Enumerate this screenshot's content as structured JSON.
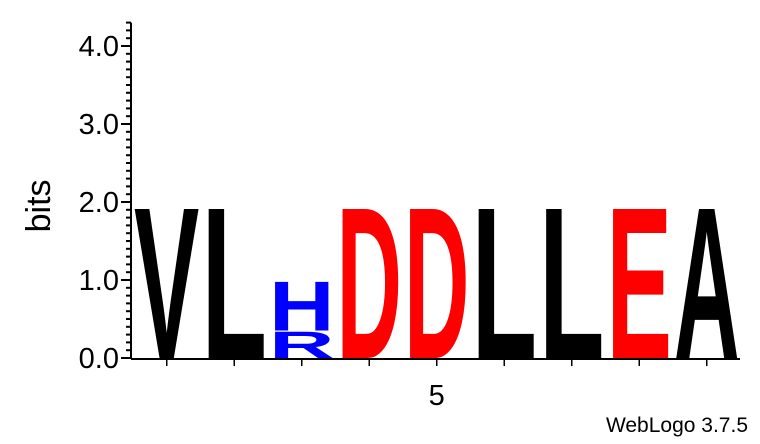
{
  "chart_data": {
    "type": "sequence-logo",
    "ylabel": "bits",
    "ylim": [
      0,
      4.3
    ],
    "y_ticks": [
      "0.0",
      "1.0",
      "2.0",
      "3.0",
      "4.0"
    ],
    "y_tick_values": [
      0,
      1,
      2,
      3,
      4
    ],
    "x_tick_labels": [
      {
        "position": 5,
        "label": "5"
      }
    ],
    "positions": [
      {
        "position": 1,
        "stack": [
          {
            "letter": "V",
            "bits": 2.0,
            "color": "#000000"
          }
        ]
      },
      {
        "position": 2,
        "stack": [
          {
            "letter": "L",
            "bits": 2.0,
            "color": "#000000"
          }
        ]
      },
      {
        "position": 3,
        "stack": [
          {
            "letter": "R",
            "bits": 0.35,
            "color": "#0000ff"
          },
          {
            "letter": "H",
            "bits": 0.65,
            "color": "#0000ff"
          }
        ]
      },
      {
        "position": 4,
        "stack": [
          {
            "letter": "D",
            "bits": 2.0,
            "color": "#ff0000"
          }
        ]
      },
      {
        "position": 5,
        "stack": [
          {
            "letter": "D",
            "bits": 2.0,
            "color": "#ff0000"
          }
        ]
      },
      {
        "position": 6,
        "stack": [
          {
            "letter": "L",
            "bits": 2.0,
            "color": "#000000"
          }
        ]
      },
      {
        "position": 7,
        "stack": [
          {
            "letter": "L",
            "bits": 2.0,
            "color": "#000000"
          }
        ]
      },
      {
        "position": 8,
        "stack": [
          {
            "letter": "E",
            "bits": 2.0,
            "color": "#ff0000"
          }
        ]
      },
      {
        "position": 9,
        "stack": [
          {
            "letter": "A",
            "bits": 2.0,
            "color": "#000000"
          }
        ]
      }
    ]
  },
  "credit": "WebLogo 3.7.5"
}
